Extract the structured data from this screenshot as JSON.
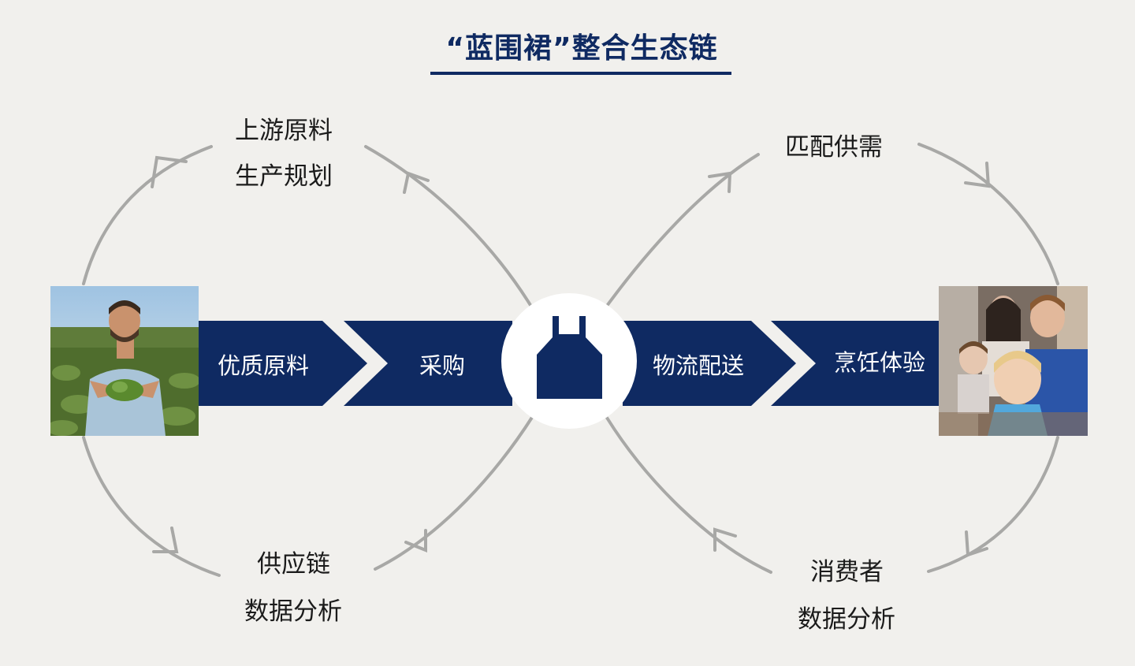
{
  "title": "“蓝围裙”整合生态链",
  "upper_left": {
    "line1": "上游原料",
    "line2": "生产规划"
  },
  "upper_right": {
    "line1": "匹配供需"
  },
  "lower_left": {
    "line1": "供应链",
    "line2": "数据分析"
  },
  "lower_right": {
    "line1": "消费者",
    "line2": "数据分析"
  },
  "steps": [
    "优质原料",
    "采购",
    "物流配送",
    "烹饪体验"
  ],
  "center_icon": "apron-icon",
  "left_photo": "farmer-holding-greens-photo",
  "right_photo": "family-cooking-photo",
  "colors": {
    "navy": "#0f2a62",
    "arc": "#a8a8a6",
    "background": "#f1f0ed"
  }
}
